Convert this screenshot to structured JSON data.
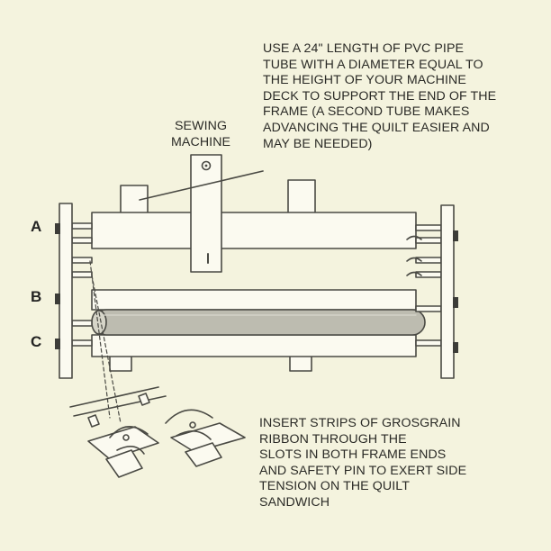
{
  "notes": {
    "pvc_tube": [
      "USE A 24\" LENGTH OF PVC PIPE",
      "TUBE WITH A DIAMETER EQUAL TO",
      "THE HEIGHT OF YOUR MACHINE",
      "DECK TO SUPPORT THE END OF THE",
      "FRAME (A SECOND TUBE MAKES",
      "ADVANCING THE QUILT EASIER AND",
      "MAY BE NEEDED)"
    ],
    "sewing_machine": [
      "SEWING",
      "MACHINE"
    ],
    "grosgrain": [
      "INSERT STRIPS OF GROSGRAIN",
      "RIBBON THROUGH THE",
      "SLOTS IN BOTH FRAME ENDS",
      "AND SAFETY PIN TO EXERT SIDE",
      "TENSION ON THE QUILT",
      "SANDWICH"
    ]
  },
  "rail_labels": [
    "A",
    "B",
    "C"
  ],
  "colors": {
    "background": "#f4f3de",
    "line": "#4a4a44",
    "wood_fill": "#fbfaf0",
    "pvc_tube_fill": "#bdbcb0"
  }
}
